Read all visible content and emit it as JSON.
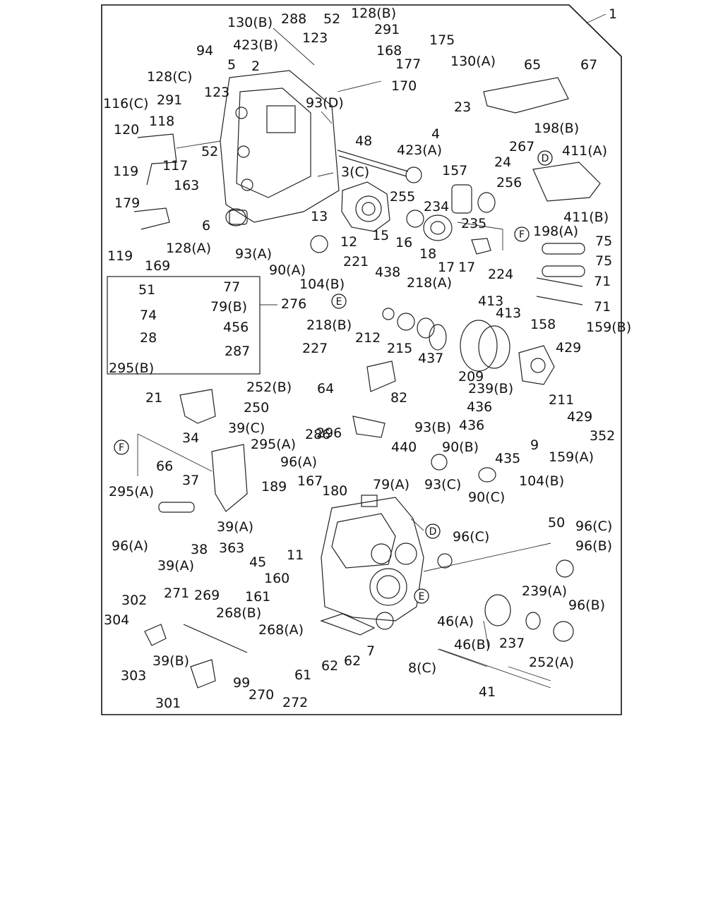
{
  "diagram": {
    "assembly_number": "1",
    "labels": [
      "130(B)",
      "288",
      "52",
      "128(B)",
      "291",
      "423(B)",
      "123",
      "168",
      "175",
      "94",
      "5",
      "2",
      "177",
      "130(A)",
      "65",
      "67",
      "128(C)",
      "291",
      "123",
      "170",
      "93(D)",
      "116(C)",
      "118",
      "23",
      "120",
      "48",
      "423(A)",
      "4",
      "198(B)",
      "411(A)",
      "52",
      "267",
      "24",
      "119",
      "117",
      "3(C)",
      "157",
      "163",
      "179",
      "255",
      "256",
      "13",
      "234",
      "119",
      "128(A)",
      "6",
      "12",
      "15",
      "16",
      "235",
      "411(B)",
      "198(A)",
      "169",
      "93(A)",
      "18",
      "17",
      "17",
      "224",
      "75",
      "75",
      "90(A)",
      "104(B)",
      "221",
      "438",
      "71",
      "71",
      "218(A)",
      "413",
      "413",
      "51",
      "77",
      "79(B)",
      "276",
      "74",
      "456",
      "218(B)",
      "28",
      "212",
      "215",
      "437",
      "209",
      "158",
      "159(B)",
      "287",
      "227",
      "429",
      "295(B)",
      "64",
      "82",
      "239(B)",
      "252(B)",
      "211",
      "21",
      "250",
      "429",
      "436",
      "352",
      "286",
      "436",
      "34",
      "39(C)",
      "296",
      "93(B)",
      "90(B)",
      "9",
      "440",
      "295(A)",
      "159(A)",
      "96(A)",
      "435",
      "66",
      "37",
      "167",
      "79(A)",
      "93(C)",
      "104(B)",
      "189",
      "180",
      "295(A)",
      "90(C)",
      "363",
      "39(A)",
      "50",
      "96(C)",
      "96(A)",
      "38",
      "11",
      "96(C)",
      "96(B)",
      "39(A)",
      "45",
      "160",
      "239(A)",
      "161",
      "302",
      "271",
      "269",
      "96(B)",
      "268(B)",
      "304",
      "268(A)",
      "46(A)",
      "7",
      "46(B)",
      "237",
      "303",
      "39(B)",
      "62",
      "62",
      "8(C)",
      "252(A)",
      "61",
      "99",
      "301",
      "270",
      "272",
      "41"
    ],
    "callouts": [
      "E",
      "D",
      "F",
      "F",
      "D",
      "E"
    ]
  }
}
